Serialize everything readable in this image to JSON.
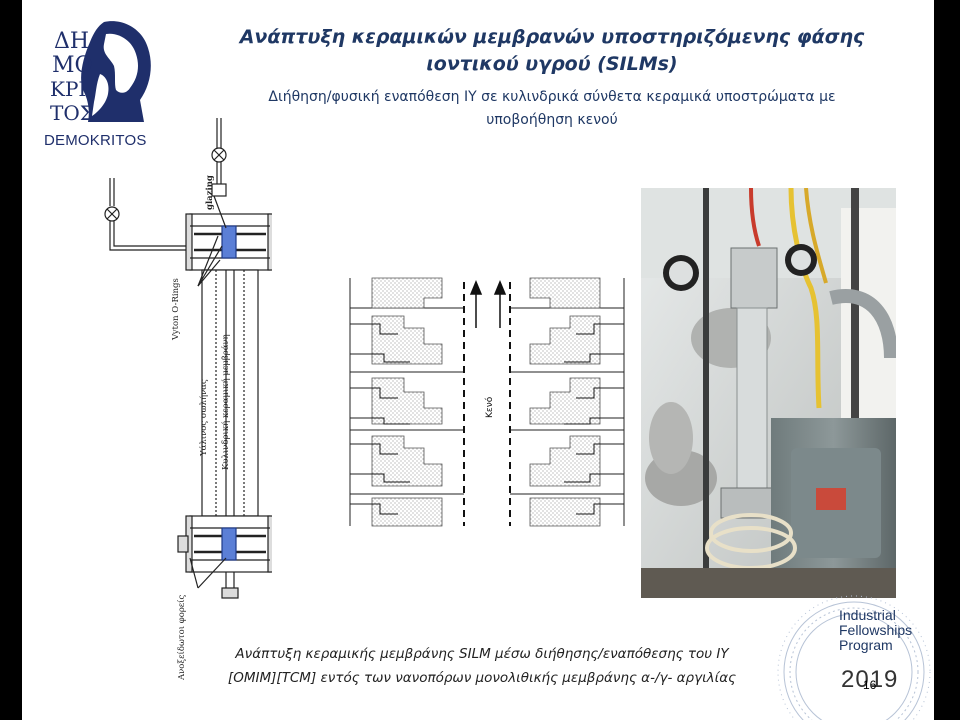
{
  "header": {
    "title_line1": "Ανάπτυξη κεραμικών μεμβρανών υποστηριζόμενης φάσης",
    "title_line2": "ιοντικού υγρού (SILMs)",
    "subtitle_line1": "Διήθηση/φυσική εναπόθεση ΙΥ σε κυλινδρικά σύνθετα κεραμικά υποστρώματα με",
    "subtitle_line2": "υποβοήθηση κενού"
  },
  "logo": {
    "emblem_letters": [
      "ΔΗ",
      "ΜΟ",
      "ΚΡΙ",
      "ΤΟΣ"
    ],
    "text": "DEMOKRITOS"
  },
  "apparatus_labels": {
    "glazing": "glazing",
    "o_rings": "Vyton O-Rings",
    "glass_tube": "Υάλινος σωλήνας",
    "membrane": "Κυλινδρική κεραμική μεμβράνη",
    "carriers": "Ανοξείδωτοι φορείς"
  },
  "detail_labels": {
    "vacuum": "Κενό"
  },
  "caption": {
    "line1": "Ανάπτυξη κεραμικής μεμβράνης SILM μέσω διήθησης/εναπόθεσης του ΙΥ",
    "line2": "[OMIM][TCM] εντός των νανοπόρων μονολιθικής μεμβράνης α-/γ- αργιλίας"
  },
  "footer_logo": {
    "line1": "Industrial",
    "line2": "Fellowships",
    "line3": "Program",
    "year": "2019"
  },
  "page_number": "16",
  "colors": {
    "title": "#1f3864",
    "logo_blue": "#1f2f6b",
    "ifp_arc": "#b7c3d6"
  }
}
